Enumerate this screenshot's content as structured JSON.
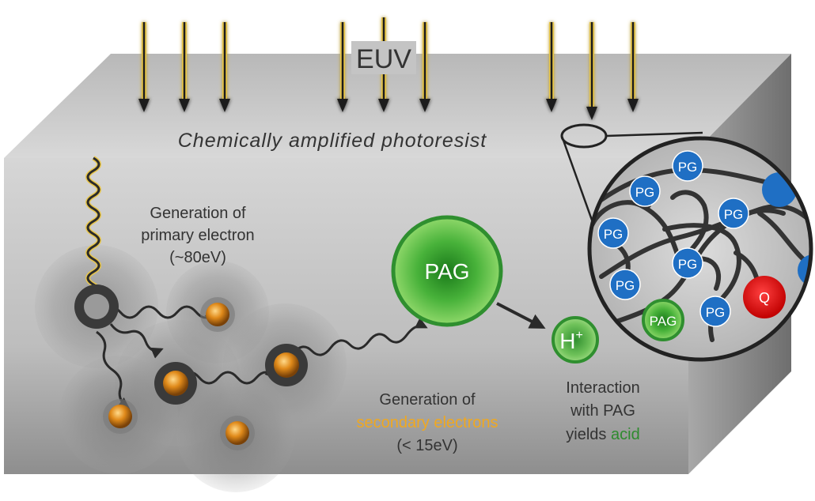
{
  "beam": {
    "label": "EUV"
  },
  "block": {
    "title": "Chemically amplified photoresist"
  },
  "primary": {
    "line1": "Generation of",
    "line2": "primary electron",
    "line3": "(~80eV)"
  },
  "secondary": {
    "line1": "Generation of",
    "line2": "secondary electrons",
    "line3": "(< 15eV)"
  },
  "pag": {
    "label": "PAG"
  },
  "acid": {
    "symbol": "H",
    "charge": "+"
  },
  "interaction": {
    "line1": "Interaction",
    "line2": "with PAG",
    "line3_prefix": "yields",
    "line3_highlight": "acid"
  },
  "zoom": {
    "pg_label": "PG",
    "pag_label": "PAG",
    "quencher_label": "Q"
  },
  "colors": {
    "block_top": "#cfcfcf",
    "block_front": "#bdbdbd",
    "block_side": "#9a9a9a",
    "pag_green": "#3fae2a",
    "pg_blue": "#1f6fc4",
    "quencher_red": "#e01010",
    "electron_orange": "#e08a1a",
    "secondary_text": "#f0a820",
    "acid_text": "#2e8b2e"
  }
}
